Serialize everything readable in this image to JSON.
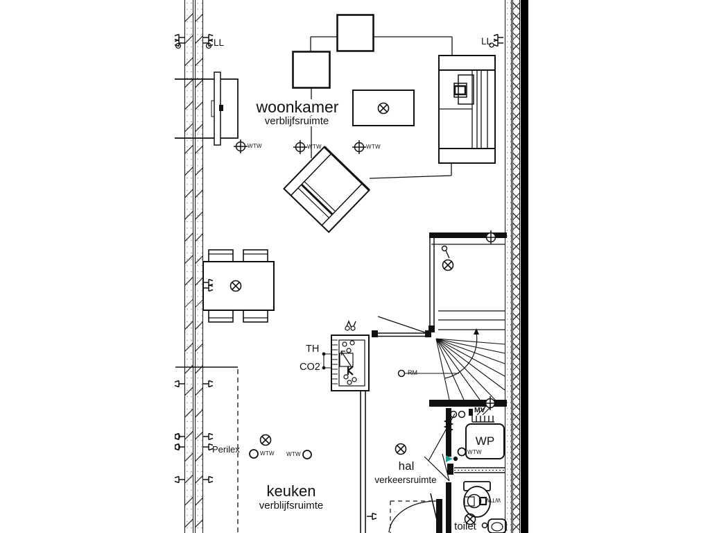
{
  "floorplan": {
    "rooms": {
      "woonkamer": {
        "name": "woonkamer",
        "type": "verblijfsruimte"
      },
      "keuken": {
        "name": "keuken",
        "type": "verblijfsruimte"
      },
      "hal": {
        "name": "hal",
        "type": "verkeersruimte"
      },
      "toilet": {
        "name": "toilet"
      }
    },
    "labels": {
      "ll": "LL",
      "th": "TH",
      "co2": "CO2",
      "perilex": "Perilex",
      "rm": "RM",
      "wp": "WP",
      "mv": "MV",
      "wtw": "WTW"
    },
    "legend": {
      "ceiling_light": "circle-with-diagonal-cross",
      "wtw_valve": "crosshair-circle",
      "wtw_point": "small-circle",
      "smoke_detector": "circle-labeled-RM",
      "heat_pump": "rounded-box-labeled-WP",
      "wall_socket": "fork-glyph-on-wall"
    },
    "colors": {
      "ink": "#111111",
      "wall_fill": "#000000",
      "marker_teal": "#1aa296",
      "background": "#ffffff"
    }
  }
}
